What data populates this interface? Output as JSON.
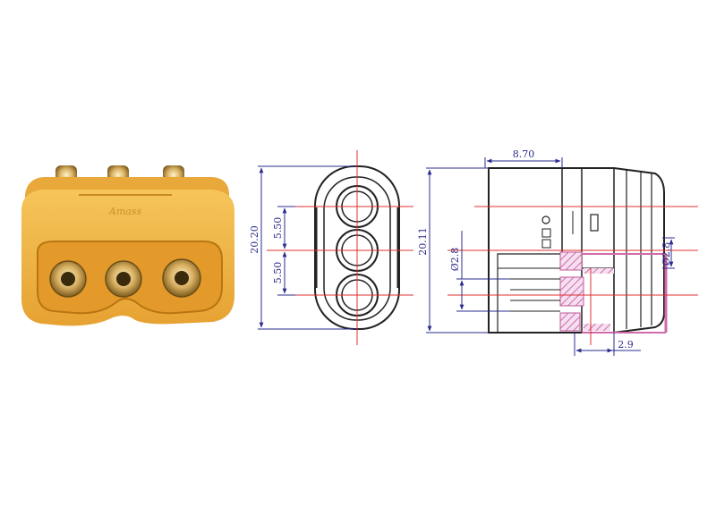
{
  "photo": {
    "embossed_text": "Amass",
    "subject": "yellow-3-pin-connector-photo"
  },
  "front_view": {
    "overall_height_label": "20.20",
    "pitch_top_label": "5.50",
    "pitch_bottom_label": "5.50"
  },
  "side_view": {
    "overall_height_label": "20.11",
    "top_width_label": "8.70",
    "left_diameter_label": "Ø2.8",
    "right_diameter_label": "Ø2.8",
    "bottom_width_label": "2.9"
  },
  "colors": {
    "connector_yellow": "#f0b441",
    "gold_pin": "#caa14a",
    "dimension_blue": "#2b2b8c",
    "centerline_red": "#e03030",
    "section_pink": "#d9a0c8",
    "outline_black": "#222222"
  }
}
